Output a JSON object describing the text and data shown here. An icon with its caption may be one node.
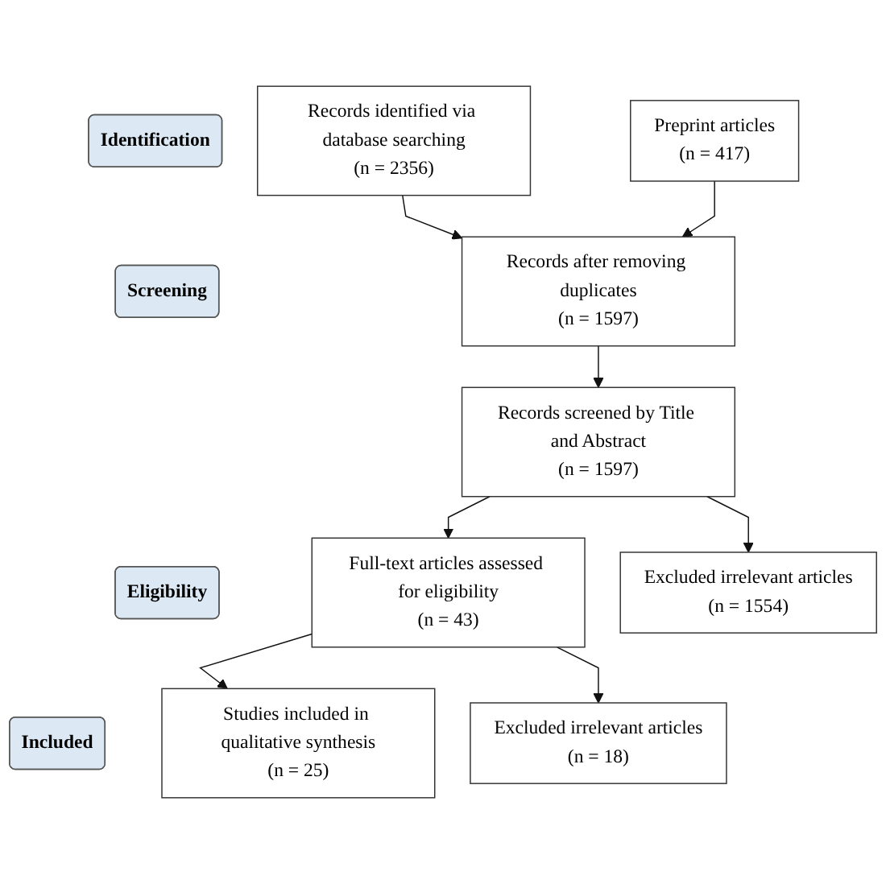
{
  "diagram": {
    "nodes": [
      {
        "text": [
          "Identification"
        ]
      },
      {
        "text": [
          "Records identified via database searching",
          "(n = 2356)"
        ]
      },
      {
        "text": [
          "Preprint articles",
          "(n = 417)"
        ]
      },
      {
        "text": [
          "Screening"
        ]
      },
      {
        "text": [
          "Records after removing duplicates",
          "(n = 1597)"
        ]
      },
      {
        "text": [
          "Records screened by Title and Abstract",
          "(n = 1597)"
        ]
      },
      {
        "text": [
          "Excluded irrelevant articles",
          "(n = 1554)"
        ]
      },
      {
        "text": [
          "Eligibility"
        ]
      },
      {
        "text": [
          "Full-text articles assessed for eligibility",
          "(n = 43)"
        ]
      },
      {
        "text": [
          "Excluded irrelevant articles",
          "(n = 18)"
        ]
      },
      {
        "text": [
          "Included"
        ]
      },
      {
        "text": [
          "Studies included in qualitative synthesis",
          "(n = 25)"
        ]
      }
    ],
    "edges": [
      {
        "from": 1,
        "to": 4,
        "arrow": "to"
      },
      {
        "from": 2,
        "to": 4,
        "arrow": "to"
      },
      {
        "from": 4,
        "to": 5,
        "arrow": "to"
      },
      {
        "from": 5,
        "to": 6,
        "arrow": "to"
      },
      {
        "from": 5,
        "to": 8,
        "arrow": "to"
      },
      {
        "from": 8,
        "to": 9,
        "arrow": "to"
      },
      {
        "from": 8,
        "to": 11,
        "arrow": "to"
      }
    ]
  }
}
